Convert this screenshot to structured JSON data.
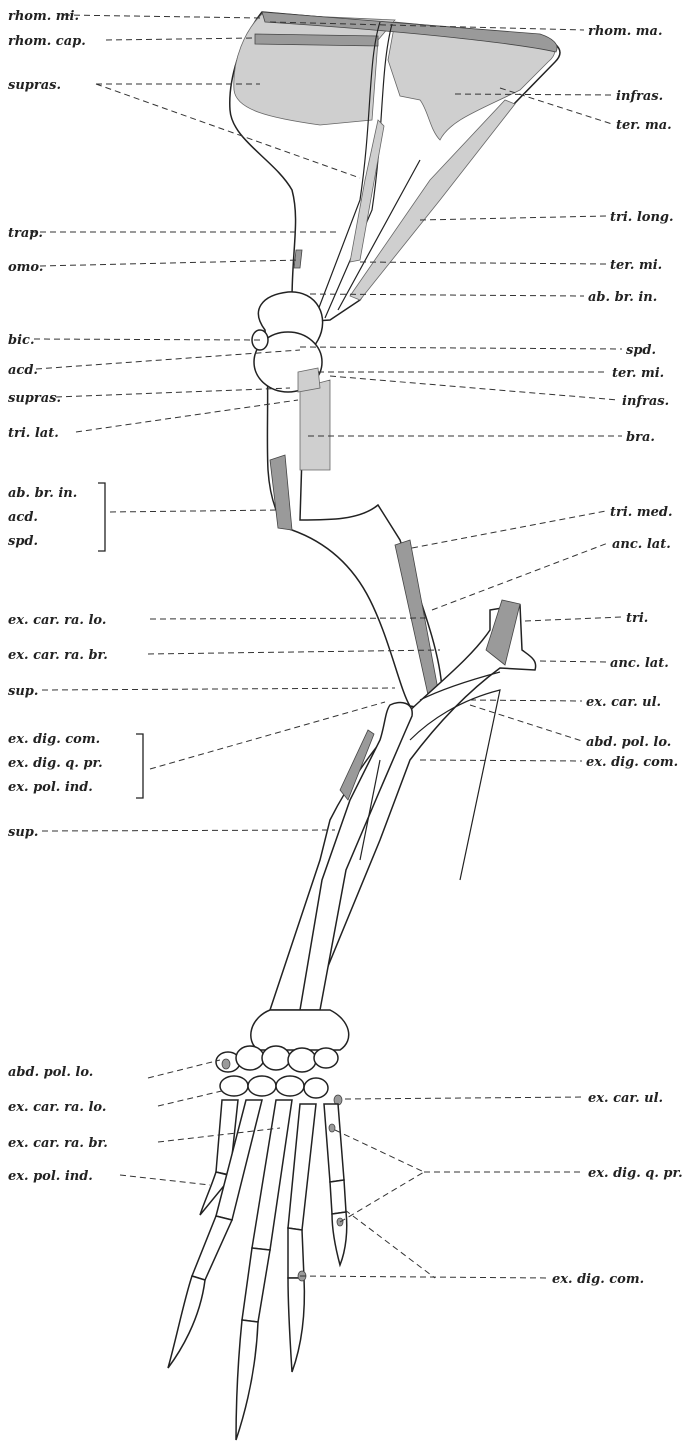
{
  "left_labels": [
    "rhom. mi.",
    "rhom. cap.",
    "supras.",
    "trap.",
    "omo.",
    "bic.",
    "acd.",
    "supras.",
    "tri. lat.",
    "ex. car. ra. lo.",
    "ex. car. ra. br.",
    "sup.",
    "sup.",
    "abd. pol. lo.",
    "ex. car. ra. lo.",
    "ex. car. ra. br.",
    "ex. pol. ind."
  ],
  "left_groups": [
    [
      "ab. br. in.",
      "acd.",
      "spd."
    ],
    [
      "ex. dig. com.",
      "ex. dig. q. pr.",
      "ex. pol. ind."
    ]
  ],
  "right_labels": [
    "rhom. ma.",
    "infras.",
    "ter. ma.",
    "tri. long.",
    "ter. mi.",
    "ab. br. in.",
    "spd.",
    "ter. mi.",
    "infras.",
    "bra.",
    "tri. med.",
    "anc. lat.",
    "tri.",
    "anc. lat.",
    "ex. car. ul.",
    "abd. pol. lo.",
    "ex. dig. com.",
    "ex. car. ul.",
    "ex. dig. q. pr.",
    "ex. dig. com."
  ]
}
